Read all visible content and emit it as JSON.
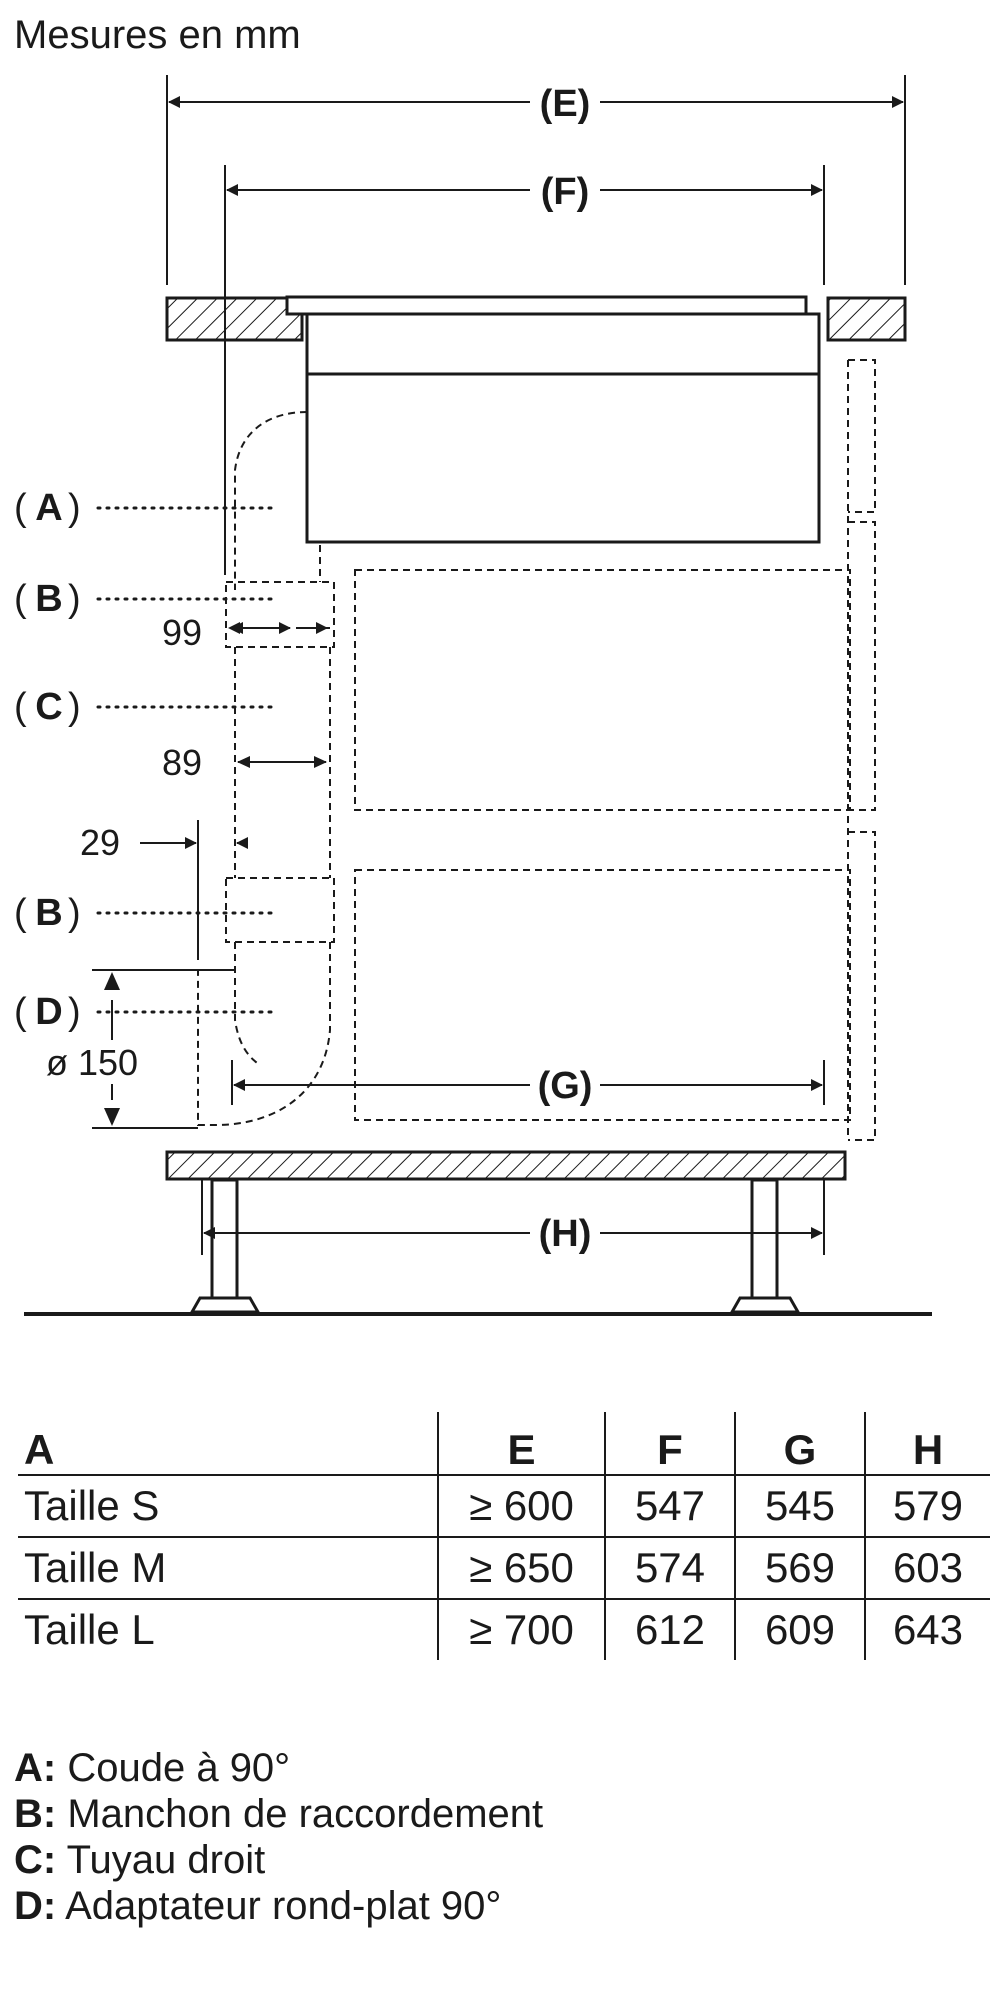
{
  "diagram": {
    "title": "Mesures en mm",
    "dimension_labels": {
      "E": "(E)",
      "F": "(F)",
      "G": "(G)",
      "H": "(H)"
    },
    "part_labels": {
      "A": "A",
      "B_upper": "B",
      "C": "C",
      "B_lower": "B",
      "D": "D"
    },
    "measurements": {
      "sleeve_width": "99",
      "pipe_width": "89",
      "offset": "29",
      "diameter": "ø 150"
    }
  },
  "table": {
    "headers": [
      "A",
      "E",
      "F",
      "G",
      "H"
    ],
    "rows": [
      [
        "Taille S",
        "≥ 600",
        "547",
        "545",
        "579"
      ],
      [
        "Taille M",
        "≥ 650",
        "574",
        "569",
        "603"
      ],
      [
        "Taille L",
        "≥ 700",
        "612",
        "609",
        "643"
      ]
    ]
  },
  "legend": [
    {
      "key": "A:",
      "text": "Coude à 90°"
    },
    {
      "key": "B:",
      "text": "Manchon de raccordement"
    },
    {
      "key": "C:",
      "text": "Tuyau droit"
    },
    {
      "key": "D:",
      "text": "Adaptateur rond-plat 90°"
    }
  ]
}
